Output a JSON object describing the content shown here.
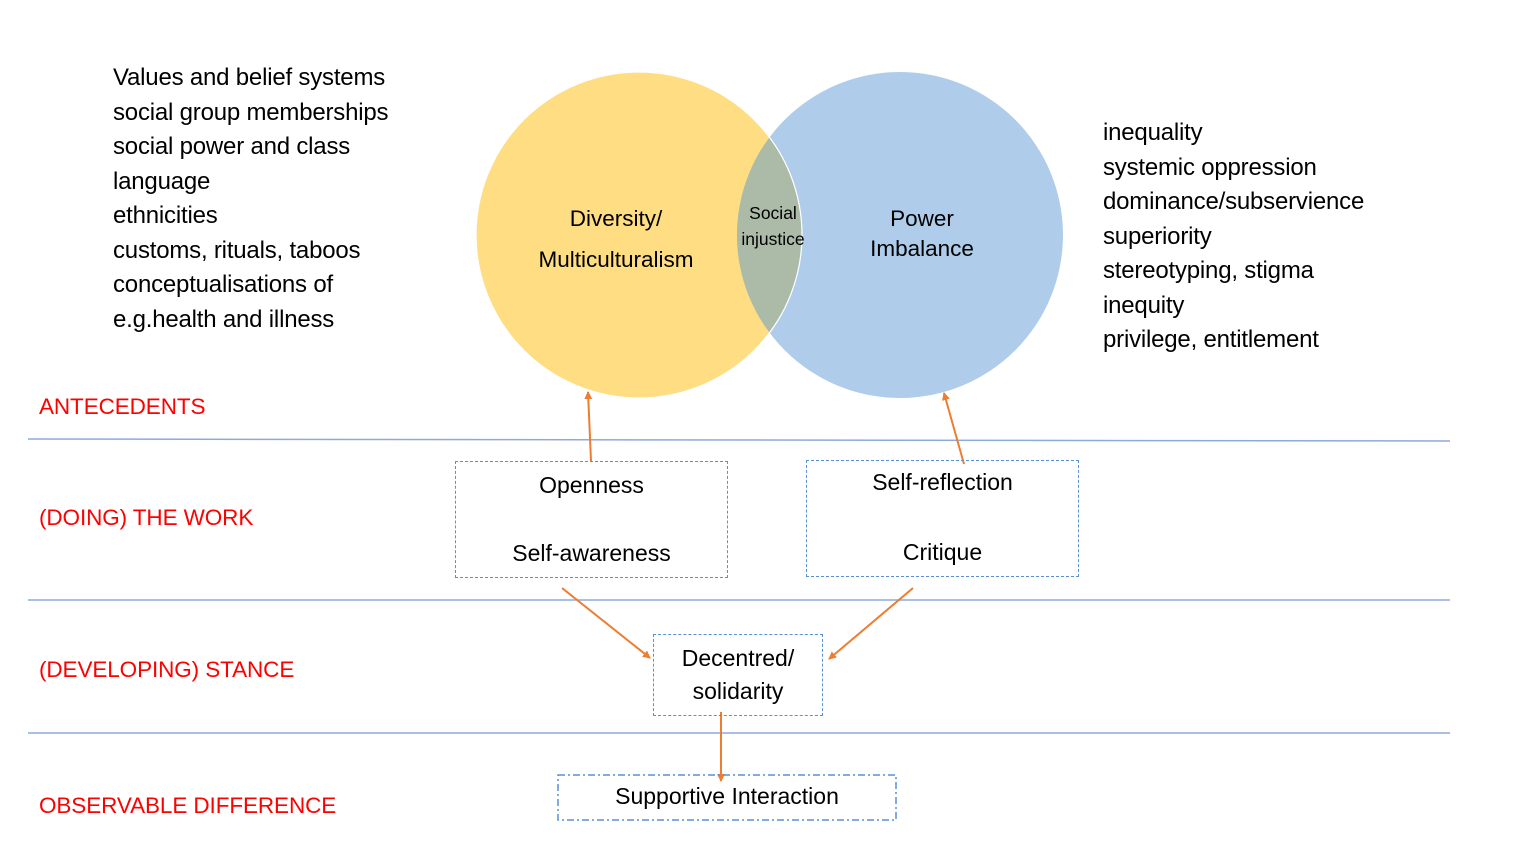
{
  "colors": {
    "diversity_fill": "#ffdd83",
    "power_fill": "#afcdea",
    "overlap_fill": "#acbaa8",
    "stage_label": "#ff0000",
    "divider": "#8eaadb",
    "box_border": "#5b8fd6",
    "arrow": "#ed7d31"
  },
  "antecedents_left": {
    "items": [
      "Values and belief systems",
      "social group memberships",
      "social power and class",
      "language",
      "ethnicities",
      "customs, rituals, taboos",
      "conceptualisations of",
      "e.g.health and illness"
    ]
  },
  "antecedents_right": {
    "items": [
      "inequality",
      "systemic oppression",
      "dominance/subservience",
      "superiority",
      "stereotyping, stigma",
      "inequity",
      "privilege, entitlement"
    ]
  },
  "venn": {
    "left": {
      "line1": "Diversity/",
      "line2": "Multiculturalism"
    },
    "overlap": {
      "line1": "Social",
      "line2": "injustice"
    },
    "right": {
      "line1": "Power",
      "line2": "Imbalance"
    }
  },
  "stages": [
    "ANTECEDENTS",
    "(DOING) THE WORK",
    "(DEVELOPING) STANCE",
    "OBSERVABLE DIFFERENCE"
  ],
  "boxes": {
    "work_left": {
      "line1": "Openness",
      "line2": "Self-awareness"
    },
    "work_right": {
      "line1": "Self-reflection",
      "line2": "Critique"
    },
    "stance": {
      "line1": "Decentred/",
      "line2": "solidarity"
    },
    "outcome": {
      "label": "Supportive Interaction"
    }
  }
}
